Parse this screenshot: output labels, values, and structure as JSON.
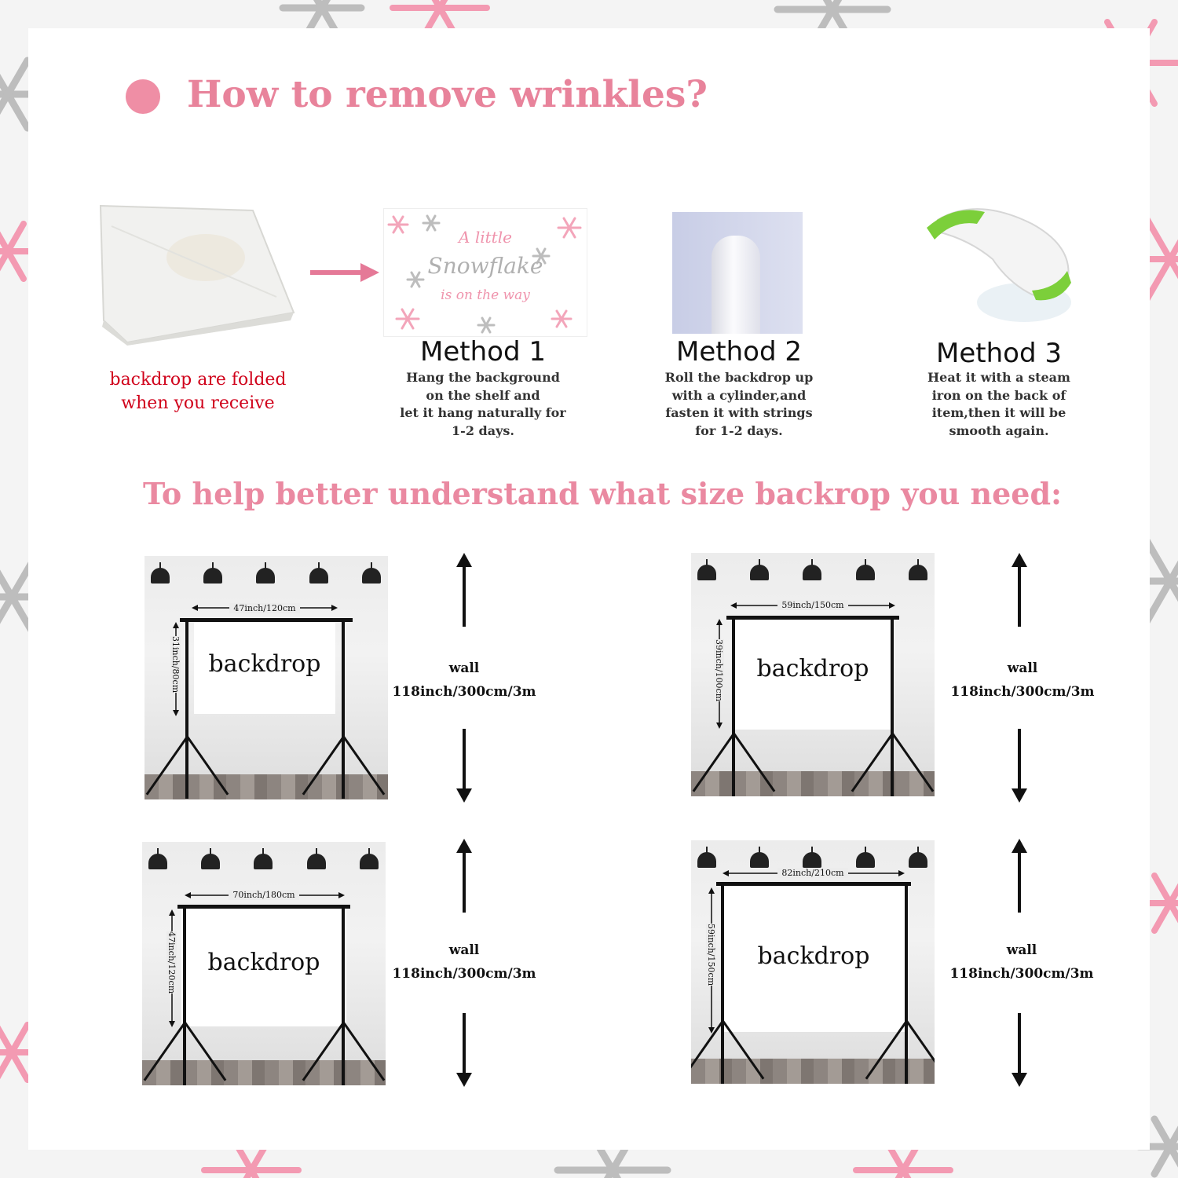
{
  "heading_wrinkles": "How to remove wrinkles?",
  "folded_note": "backdrop are folded\nwhen you receive",
  "snowflake_card": {
    "line1": "A little",
    "line2": "Snowflake",
    "line3": "is on the way"
  },
  "methods": [
    {
      "title": "Method 1",
      "desc": "Hang the background\non the shelf and\nlet it hang naturally for\n1-2 days."
    },
    {
      "title": "Method 2",
      "desc": "Roll the backdrop up\nwith a cylinder,and\nfasten it with strings\nfor 1-2 days."
    },
    {
      "title": "Method 3",
      "desc": "Heat it with a steam\niron on the back of\nitem,then it will be\nsmooth again."
    }
  ],
  "heading_size": "To help better understand what size backrop you need:",
  "sizes": [
    {
      "label": "backdrop",
      "width": "47inch/120cm",
      "height": "31inch/80cm",
      "wall_label": "wall",
      "wall_size": "118inch/300cm/3m"
    },
    {
      "label": "backdrop",
      "width": "59inch/150cm",
      "height": "39inch/100cm",
      "wall_label": "wall",
      "wall_size": "118inch/300cm/3m"
    },
    {
      "label": "backdrop",
      "width": "70inch/180cm",
      "height": "47inch/120cm",
      "wall_label": "wall",
      "wall_size": "118inch/300cm/3m"
    },
    {
      "label": "backdrop",
      "width": "82inch/210cm",
      "height": "59inch/150cm",
      "wall_label": "wall",
      "wall_size": "118inch/300cm/3m"
    }
  ],
  "colors": {
    "pink": "#e8839b",
    "red": "#d0021b",
    "silver": "#c8c8c8"
  }
}
